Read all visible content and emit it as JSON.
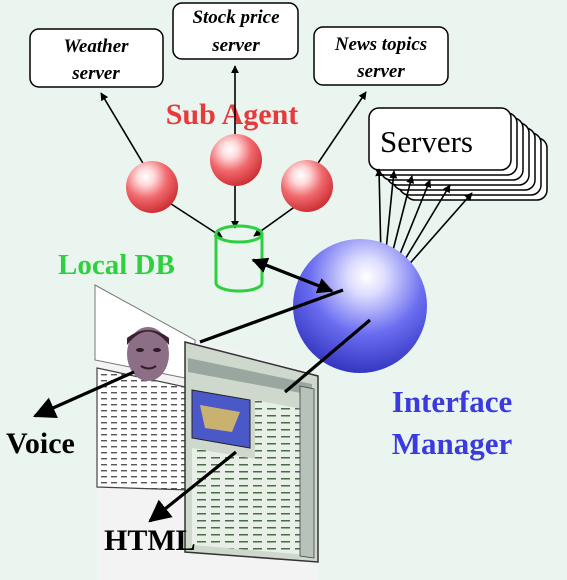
{
  "servers": {
    "weather": [
      "Weather",
      "server"
    ],
    "stock": [
      "Stock price",
      "server"
    ],
    "news": [
      "News topics",
      "server"
    ],
    "pool": "Servers"
  },
  "sub_agent": {
    "label": "Sub Agent",
    "color": "#e8393b"
  },
  "local_db": {
    "label": "Local DB",
    "color": "#2fd040"
  },
  "interface_manager": {
    "label_line1": "Interface",
    "label_line2": "Manager",
    "color": "#3a3adf"
  },
  "outputs": {
    "voice": "Voice",
    "html": "HTML"
  },
  "colors": {
    "background": "#e9f5ee",
    "sphere_red": "#e64a4f",
    "sphere_blue": "#4a4fe0"
  }
}
